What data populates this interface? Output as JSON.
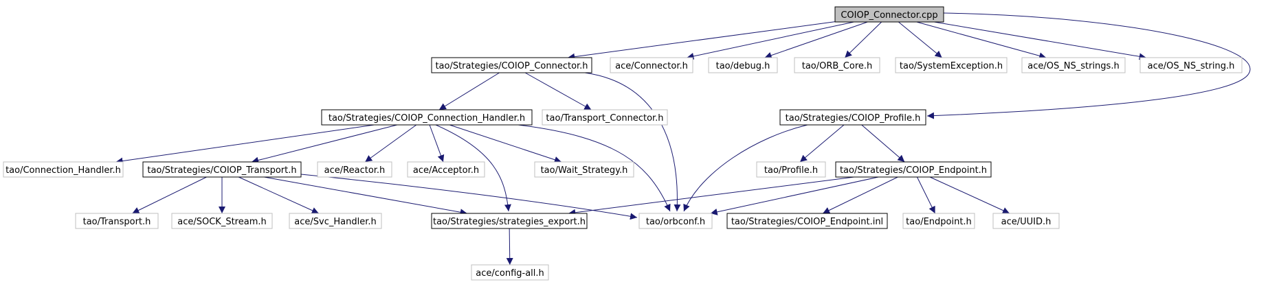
{
  "diagram": {
    "colors": {
      "root_fill": "#c0c0c0",
      "node_fill": "#ffffff",
      "documented_border": "#000000",
      "undocumented_border": "#bfbfbf",
      "edge": "#191970"
    },
    "nodes": [
      {
        "id": "root",
        "label": "COIOP_Connector.cpp",
        "kind": "root"
      },
      {
        "id": "coiop_connector_h",
        "label": "tao/Strategies/COIOP_Connector.h",
        "kind": "documented"
      },
      {
        "id": "ace_connector",
        "label": "ace/Connector.h",
        "kind": "undocumented"
      },
      {
        "id": "tao_debug",
        "label": "tao/debug.h",
        "kind": "undocumented"
      },
      {
        "id": "orb_core",
        "label": "tao/ORB_Core.h",
        "kind": "undocumented"
      },
      {
        "id": "sys_exc",
        "label": "tao/SystemException.h",
        "kind": "undocumented"
      },
      {
        "id": "os_ns_strings",
        "label": "ace/OS_NS_strings.h",
        "kind": "undocumented"
      },
      {
        "id": "os_ns_string",
        "label": "ace/OS_NS_string.h",
        "kind": "undocumented"
      },
      {
        "id": "conn_handler_coiop",
        "label": "tao/Strategies/COIOP_Connection_Handler.h",
        "kind": "documented"
      },
      {
        "id": "transport_connector",
        "label": "tao/Transport_Connector.h",
        "kind": "undocumented"
      },
      {
        "id": "coiop_profile",
        "label": "tao/Strategies/COIOP_Profile.h",
        "kind": "documented"
      },
      {
        "id": "connection_handler",
        "label": "tao/Connection_Handler.h",
        "kind": "undocumented"
      },
      {
        "id": "coiop_transport",
        "label": "tao/Strategies/COIOP_Transport.h",
        "kind": "documented"
      },
      {
        "id": "reactor",
        "label": "ace/Reactor.h",
        "kind": "undocumented"
      },
      {
        "id": "acceptor",
        "label": "ace/Acceptor.h",
        "kind": "undocumented"
      },
      {
        "id": "wait_strategy",
        "label": "tao/Wait_Strategy.h",
        "kind": "undocumented"
      },
      {
        "id": "profile",
        "label": "tao/Profile.h",
        "kind": "undocumented"
      },
      {
        "id": "coiop_endpoint",
        "label": "tao/Strategies/COIOP_Endpoint.h",
        "kind": "documented"
      },
      {
        "id": "transport",
        "label": "tao/Transport.h",
        "kind": "undocumented"
      },
      {
        "id": "sock_stream",
        "label": "ace/SOCK_Stream.h",
        "kind": "undocumented"
      },
      {
        "id": "svc_handler",
        "label": "ace/Svc_Handler.h",
        "kind": "undocumented"
      },
      {
        "id": "strategies_export",
        "label": "tao/Strategies/strategies_export.h",
        "kind": "documented"
      },
      {
        "id": "orbconf",
        "label": "tao/orbconf.h",
        "kind": "undocumented"
      },
      {
        "id": "coiop_endpoint_inl",
        "label": "tao/Strategies/COIOP_Endpoint.inl",
        "kind": "documented"
      },
      {
        "id": "endpoint",
        "label": "tao/Endpoint.h",
        "kind": "undocumented"
      },
      {
        "id": "uuid",
        "label": "ace/UUID.h",
        "kind": "undocumented"
      },
      {
        "id": "config_all",
        "label": "ace/config-all.h",
        "kind": "undocumented"
      }
    ],
    "edges": [
      [
        "root",
        "coiop_connector_h"
      ],
      [
        "root",
        "ace_connector"
      ],
      [
        "root",
        "tao_debug"
      ],
      [
        "root",
        "orb_core"
      ],
      [
        "root",
        "sys_exc"
      ],
      [
        "root",
        "os_ns_strings"
      ],
      [
        "root",
        "os_ns_string"
      ],
      [
        "root",
        "coiop_profile"
      ],
      [
        "coiop_connector_h",
        "conn_handler_coiop"
      ],
      [
        "coiop_connector_h",
        "transport_connector"
      ],
      [
        "coiop_connector_h",
        "orbconf"
      ],
      [
        "conn_handler_coiop",
        "connection_handler"
      ],
      [
        "conn_handler_coiop",
        "coiop_transport"
      ],
      [
        "conn_handler_coiop",
        "reactor"
      ],
      [
        "conn_handler_coiop",
        "acceptor"
      ],
      [
        "conn_handler_coiop",
        "wait_strategy"
      ],
      [
        "conn_handler_coiop",
        "strategies_export"
      ],
      [
        "conn_handler_coiop",
        "orbconf"
      ],
      [
        "coiop_transport",
        "transport"
      ],
      [
        "coiop_transport",
        "sock_stream"
      ],
      [
        "coiop_transport",
        "svc_handler"
      ],
      [
        "coiop_transport",
        "strategies_export"
      ],
      [
        "coiop_transport",
        "orbconf"
      ],
      [
        "coiop_profile",
        "profile"
      ],
      [
        "coiop_profile",
        "coiop_endpoint"
      ],
      [
        "coiop_profile",
        "orbconf"
      ],
      [
        "coiop_endpoint",
        "strategies_export"
      ],
      [
        "coiop_endpoint",
        "orbconf"
      ],
      [
        "coiop_endpoint",
        "coiop_endpoint_inl"
      ],
      [
        "coiop_endpoint",
        "endpoint"
      ],
      [
        "coiop_endpoint",
        "uuid"
      ],
      [
        "strategies_export",
        "config_all"
      ]
    ]
  }
}
